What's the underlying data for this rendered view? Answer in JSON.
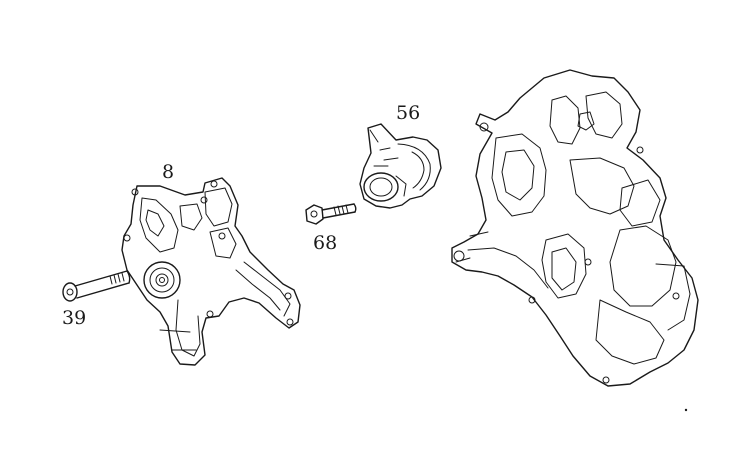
{
  "callouts": {
    "water_pump": "8",
    "pump_bolt": "39",
    "thermostat_housing": "56",
    "housing_bolt": "68"
  },
  "colors": {
    "line": "#1a1a1a",
    "background": "#ffffff"
  }
}
